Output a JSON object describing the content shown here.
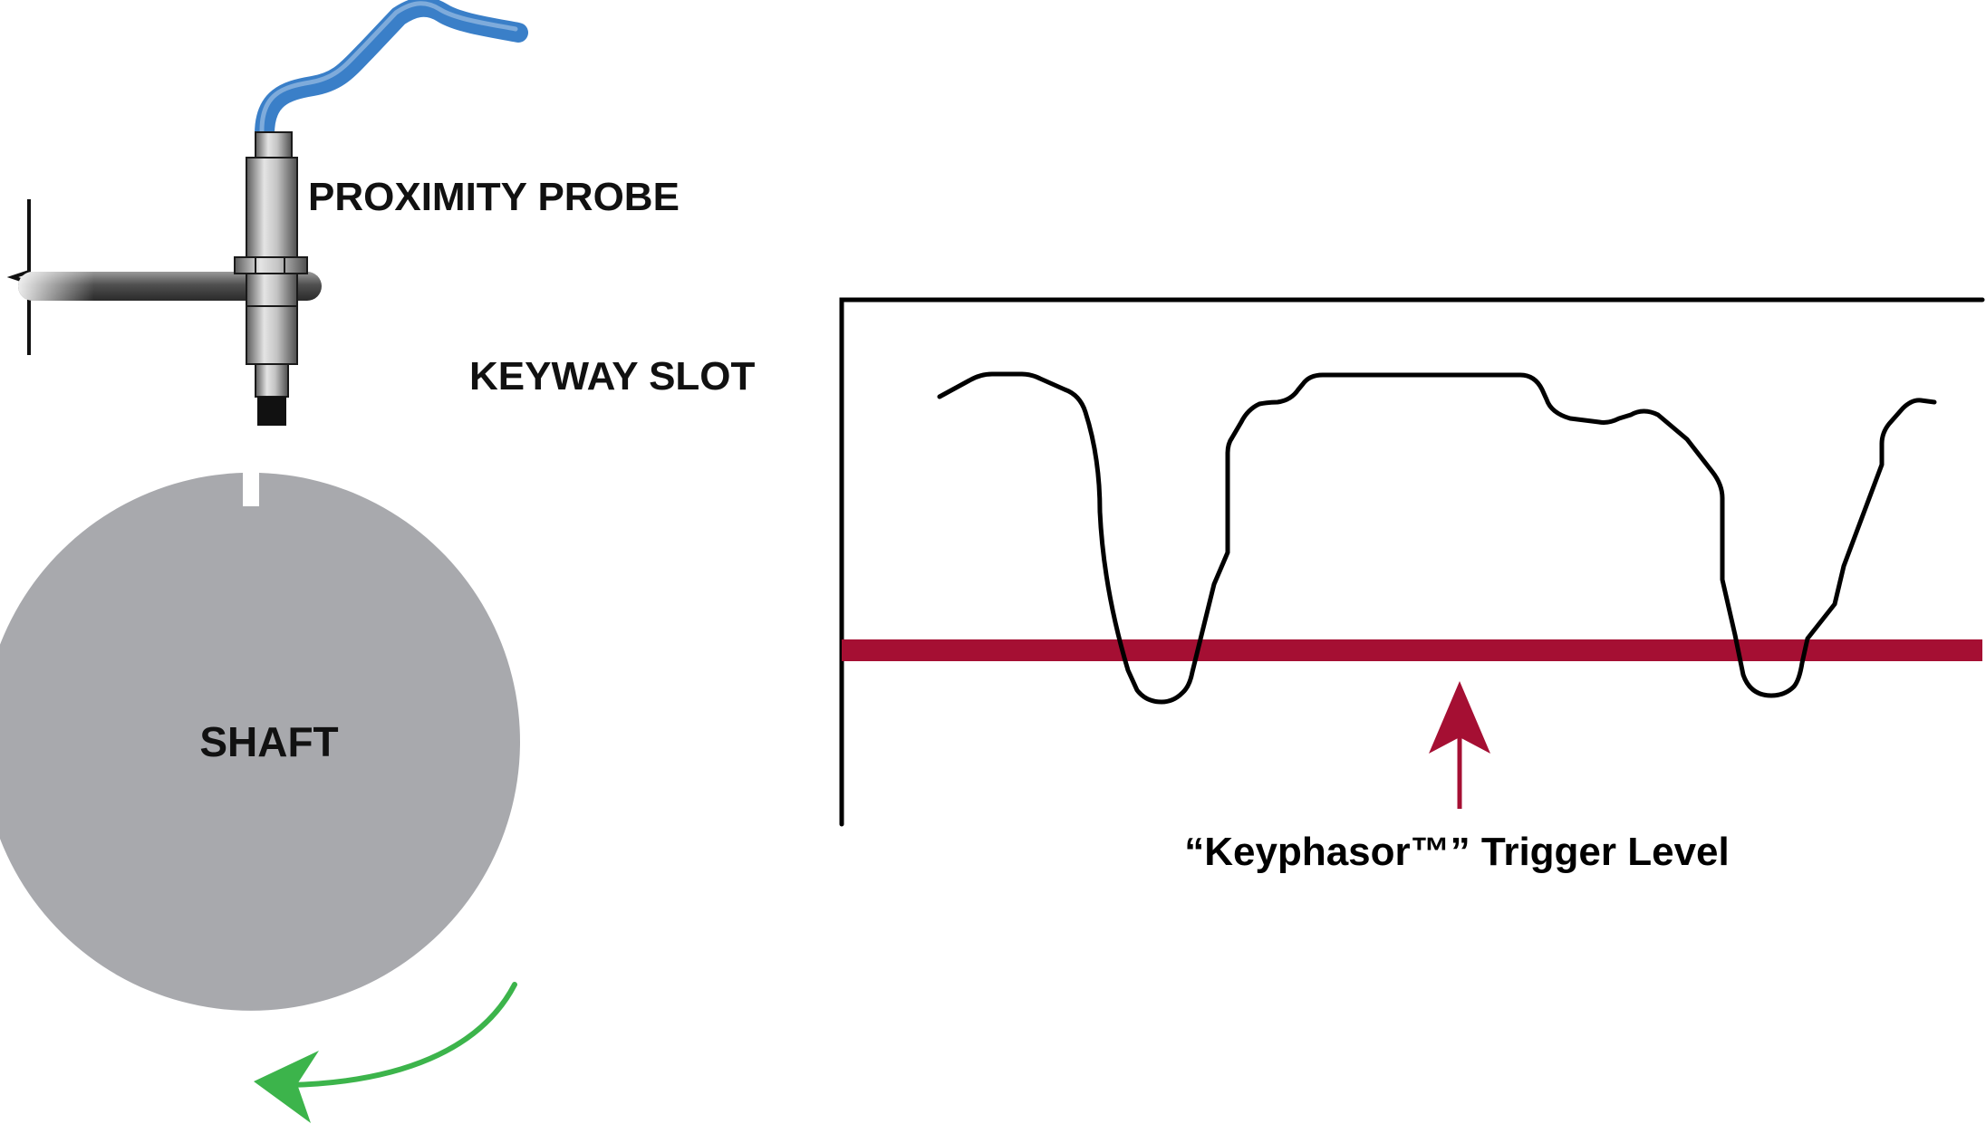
{
  "labels": {
    "probe": "PROXIMITY PROBE",
    "keyway": "KEYWAY SLOT",
    "shaft": "SHAFT",
    "trigger": "“Keyphasor™” Trigger Level"
  },
  "colors": {
    "cable": "#3a7fc8",
    "shaft": "#a8a9ad",
    "trigger": "#a50f33",
    "rotation_arrow": "#3cb44b",
    "waveform": "#000000",
    "text": "#111111"
  },
  "icons": {
    "probe": "proximity-probe-icon",
    "mount": "mounting-bracket-icon",
    "rotation": "rotation-arrow-icon",
    "pointer": "up-arrow-icon"
  }
}
